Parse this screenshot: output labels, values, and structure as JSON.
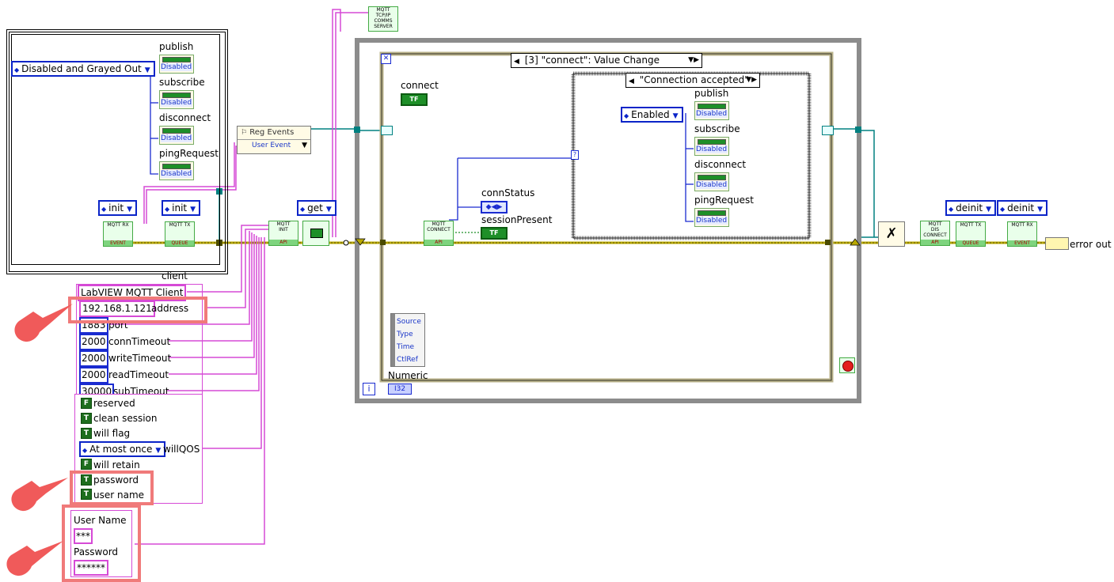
{
  "cluster": {
    "mode_enum": "Disabled and Grayed Out",
    "items": [
      {
        "label": "publish",
        "tag": "Disabled"
      },
      {
        "label": "subscribe",
        "tag": "Disabled"
      },
      {
        "label": "disconnect",
        "tag": "Disabled"
      },
      {
        "label": "pingRequest",
        "tag": "Disabled"
      }
    ],
    "init_rx": "init",
    "init_tx": "init",
    "rx_icon": {
      "line1": "MQTT RX",
      "line2": "EVENT"
    },
    "tx_icon": {
      "line1": "MQTT TX",
      "line2": "QUEUE"
    },
    "caption": "client"
  },
  "server_icon": {
    "line1": "MQTT",
    "line2": "TCP/IP",
    "line3": "COMMS",
    "line4": "SERVER"
  },
  "reg_events": {
    "title": "Reg Events",
    "item": "User Event"
  },
  "init_api": {
    "line1": "MQTT",
    "line2": "INIT",
    "line3": "API"
  },
  "get_enum": "get",
  "event_case": {
    "selector": "[3] \"connect\": Value Change",
    "connect_label": "connect",
    "connect_api": {
      "line1": "MQTT",
      "line2": "CONNECT",
      "line3": "API"
    },
    "conn_status": "connStatus",
    "session_present": "sessionPresent",
    "tf": "TF",
    "inner_case": {
      "selector": "\"Connection accepted\"",
      "enum": "Enabled",
      "items": [
        {
          "label": "publish",
          "tag": "Disabled"
        },
        {
          "label": "subscribe",
          "tag": "Disabled"
        },
        {
          "label": "disconnect",
          "tag": "Disabled"
        },
        {
          "label": "pingRequest",
          "tag": "Disabled"
        }
      ]
    },
    "event_data": [
      "Source",
      "Type",
      "Time",
      "CtlRef"
    ],
    "numeric": "Numeric",
    "iteration": "i",
    "i32": "I32"
  },
  "right_side": {
    "disconnect_api": {
      "line1": "MQTT",
      "line2": "DIS",
      "line3": "CONNECT",
      "line4": "API"
    },
    "deinit_1": "deinit",
    "deinit_2": "deinit",
    "tx_icon": {
      "line1": "MQTT TX",
      "line2": "QUEUE"
    },
    "rx_icon": {
      "line1": "MQTT RX",
      "line2": "EVENT"
    },
    "error_out": "error out"
  },
  "config": {
    "client_id": "LabVIEW MQTT Client",
    "address": "192.168.1.121",
    "address_label": "address",
    "port": "1883",
    "port_label": "port",
    "conn_timeout": "2000",
    "conn_timeout_label": "connTimeout",
    "write_timeout": "2000",
    "write_timeout_label": "writeTimeout",
    "read_timeout": "2000",
    "read_timeout_label": "readTimeout",
    "sub_timeout": "30000",
    "sub_timeout_label": "subTimeout"
  },
  "flags": {
    "reserved": {
      "value": "F",
      "label": "reserved"
    },
    "clean_session": {
      "value": "T",
      "label": "clean session"
    },
    "will_flag": {
      "value": "T",
      "label": "will flag"
    },
    "will_qos": {
      "value": "At most once",
      "label": "willQOS"
    },
    "will_retain": {
      "value": "F",
      "label": "will retain"
    },
    "password": {
      "value": "T",
      "label": "password"
    },
    "user_name": {
      "value": "T",
      "label": "user name"
    }
  },
  "credentials": {
    "user_name_label": "User Name",
    "user_name_value": "***",
    "password_label": "Password",
    "password_value": "******"
  },
  "colors": {
    "error_wire": "#b8a800",
    "string_wire": "#d64ad6",
    "refnum_wire": "#008080",
    "highlight": "#f07a7a"
  }
}
